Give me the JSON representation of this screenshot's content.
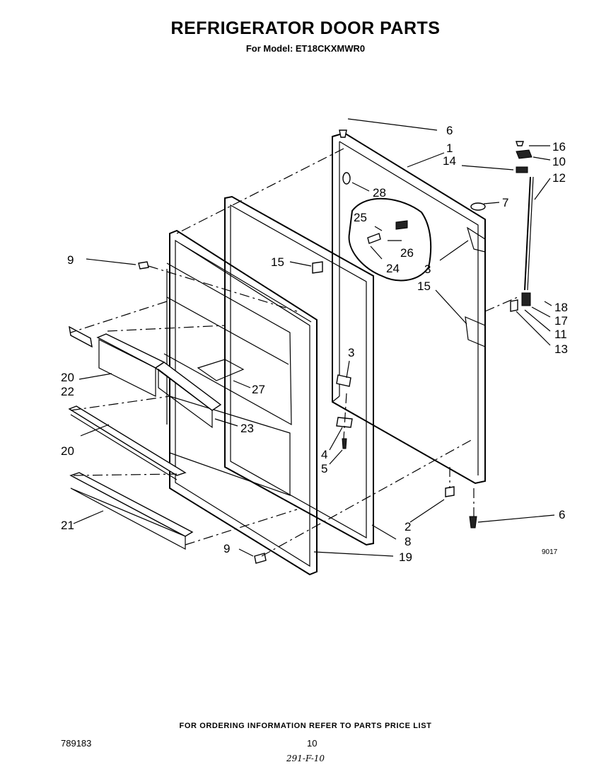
{
  "header": {
    "title": "REFRIGERATOR DOOR PARTS",
    "subtitle": "For Model: ET18CKXMWR0"
  },
  "callouts": {
    "c1": "1",
    "c2": "2",
    "c3a": "3",
    "c3b": "3",
    "c4": "4",
    "c5": "5",
    "c6a": "6",
    "c6b": "6",
    "c7": "7",
    "c8": "8",
    "c9a": "9",
    "c9b": "9",
    "c10": "10",
    "c11": "11",
    "c12": "12",
    "c13": "13",
    "c14": "14",
    "c15a": "15",
    "c15b": "15",
    "c16": "16",
    "c17": "17",
    "c18": "18",
    "c19": "19",
    "c20a": "20",
    "c20b": "20",
    "c21": "21",
    "c22": "22",
    "c23": "23",
    "c24": "24",
    "c25": "25",
    "c26": "26",
    "c27": "27",
    "c28": "28"
  },
  "diagram_code": "9017",
  "footer": {
    "ordering_note": "FOR ORDERING INFORMATION REFER TO PARTS PRICE LIST",
    "doc_number": "789183",
    "page_number": "10",
    "handwritten": "291-F-10"
  }
}
